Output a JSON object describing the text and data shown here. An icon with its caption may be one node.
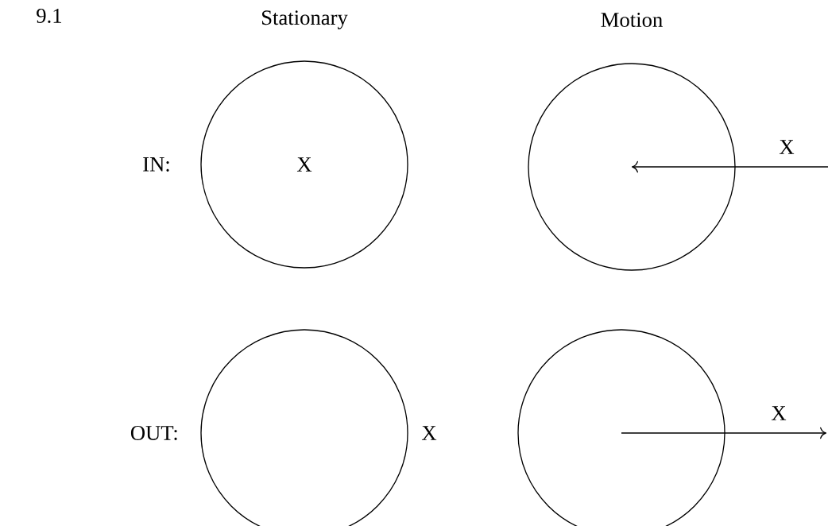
{
  "diagram": {
    "nodes": [
      {
        "text": [
          "X"
        ]
      },
      {
        "text": [],
        "shape": "circle"
      },
      {
        "text": [],
        "shape": "circle",
        "beside": [
          "X"
        ]
      },
      {
        "text": [],
        "shape": "circle"
      }
    ],
    "labels": [
      "9.1",
      "Stationary",
      "Motion",
      "IN:",
      "X",
      "OUT:",
      "X"
    ]
  }
}
